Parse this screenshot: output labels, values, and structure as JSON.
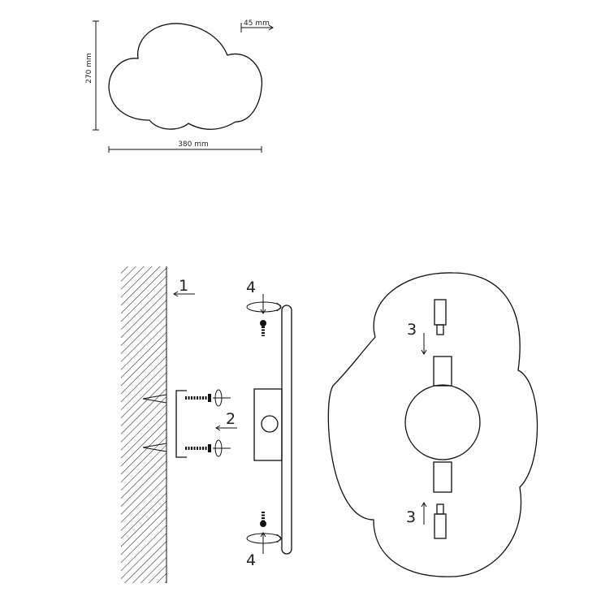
{
  "dimensions": {
    "width": "380 mm",
    "height": "270 mm",
    "depth": "45 mm"
  },
  "steps": {
    "wall": "1",
    "screws": "2",
    "bulbs_top": "3",
    "bulbs_bottom": "3",
    "cap_top": "4",
    "cap_bottom": "4"
  }
}
